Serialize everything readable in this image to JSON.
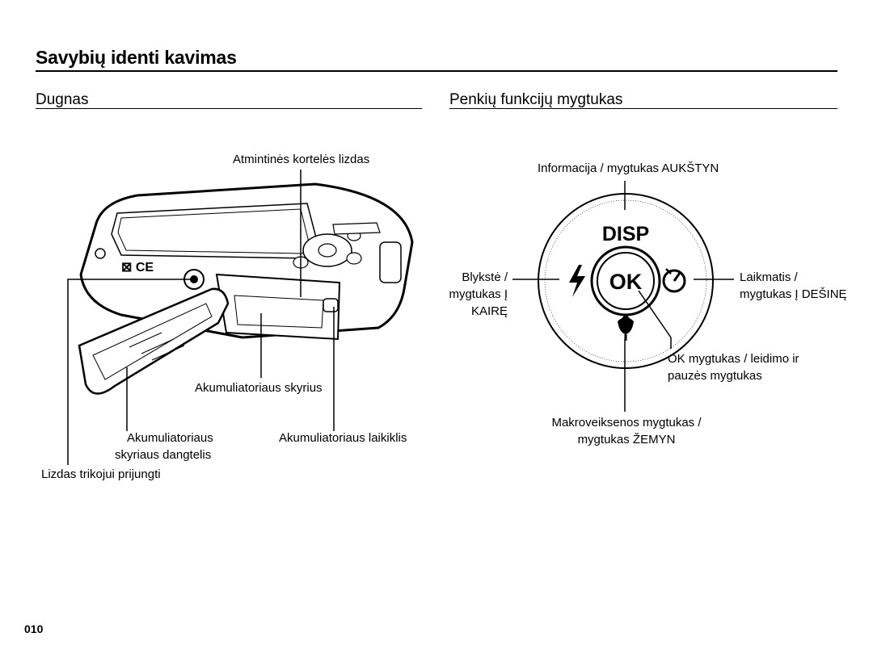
{
  "page_title": "Savybių identi  kavimas",
  "sections": {
    "left_heading": "Dugnas",
    "right_heading": "Penkių funkcijų mygtukas"
  },
  "bottom_labels": {
    "memory_card_slot": "Atmintinės kortelės lizdas",
    "battery_chamber": "Akumuliatoriaus skyrius",
    "battery_cover_line1": "Akumuliatoriaus",
    "battery_cover_line2": "skyriaus dangtelis",
    "battery_holder": "Akumuliatoriaus laikiklis",
    "tripod_socket": "Lizdas trikojui prijungti"
  },
  "button_labels": {
    "up": "Informacija / mygtukas AUKŠTYN",
    "left_line1": "Blykstė /",
    "left_line2": "mygtukas Į",
    "left_line3": "KAIRĘ",
    "right_line1": "Laikmatis /",
    "right_line2": "mygtukas Į DEŠINĘ",
    "ok_line1": "OK mygtukas / leidimo ir",
    "ok_line2": "pauzės mygtukas",
    "down_line1": "Makroveiksenos mygtukas /",
    "down_line2": "mygtukas ŽEMYN"
  },
  "dial": {
    "disp_text": "DISP",
    "ok_text": "OK"
  },
  "page_number": "010"
}
